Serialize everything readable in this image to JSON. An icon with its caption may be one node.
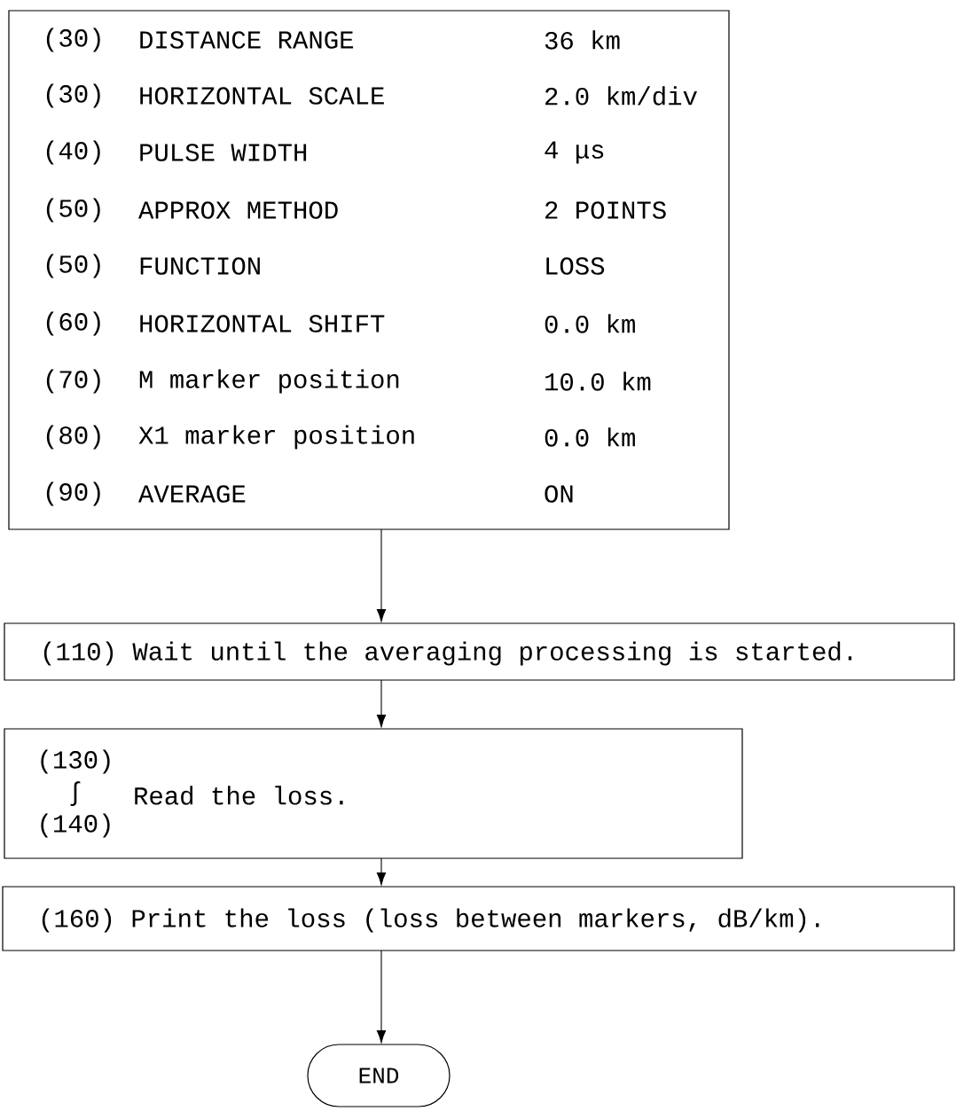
{
  "diagram": {
    "nodes": [
      {
        "text": [
          "(30)",
          "DISTANCE RANGE",
          "36 km",
          "(30)",
          "HORIZONTAL SCALE",
          "2.0 km/div",
          "(40)",
          "PULSE WIDTH",
          "4 μs",
          "(50)",
          "APPROX METHOD",
          "2 POINTS",
          "(50)",
          "FUNCTION",
          "LOSS",
          "(60)",
          "HORIZONTAL SHIFT",
          "0.0 km",
          "(70)",
          "M marker position",
          "10.0 km",
          "(80)",
          "X1 marker position",
          "0.0 km",
          "(90)",
          "AVERAGE",
          "ON"
        ]
      },
      {
        "text": [
          "(110) Wait until the averaging processing is started."
        ]
      },
      {
        "text": [
          "(130) ∫ (140)",
          "Read the loss."
        ]
      },
      {
        "text": [
          "(160) Print the loss (loss between markers, dB/km)."
        ]
      },
      {
        "text": [
          "END"
        ]
      }
    ],
    "edges": [
      {
        "from": 0,
        "to": 1,
        "arrow": "to"
      },
      {
        "from": 1,
        "to": 2,
        "arrow": "to"
      },
      {
        "from": 2,
        "to": 3,
        "arrow": "to"
      },
      {
        "from": 3,
        "to": 4,
        "arrow": "to"
      }
    ]
  }
}
